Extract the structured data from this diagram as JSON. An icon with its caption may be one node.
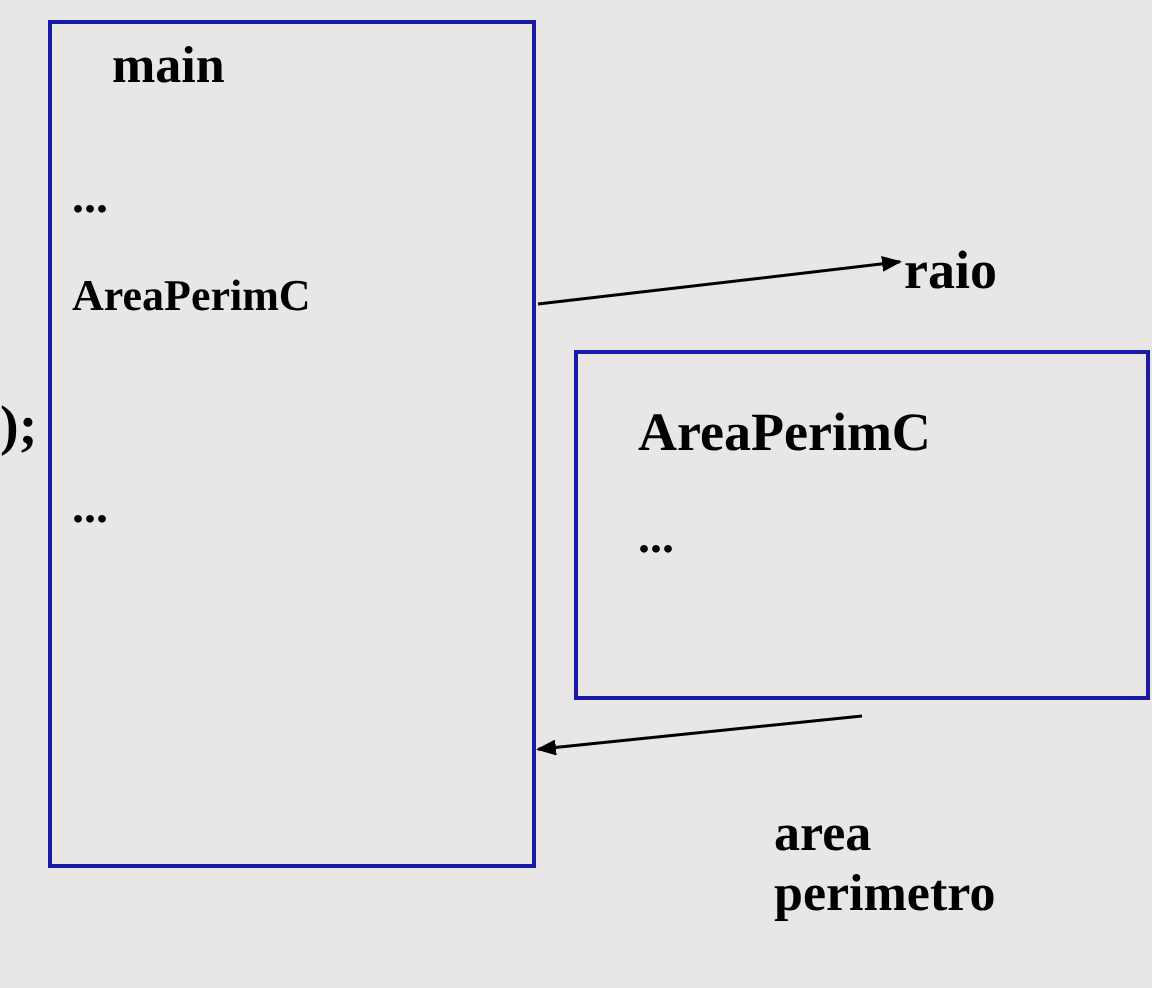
{
  "diagram": {
    "nodes": [
      {
        "text": [
          "main",
          "...",
          "AreaPerimC",
          "..."
        ]
      },
      {
        "text": [
          "raio"
        ]
      },
      {
        "text": [
          "AreaPerimC",
          "..."
        ]
      }
    ],
    "edges": [
      {
        "from": 0,
        "to": 1,
        "arrow": "to"
      },
      {
        "from": 2,
        "to": 0,
        "arrow": "to"
      }
    ],
    "labels": [
      ");",
      "area perimetro"
    ]
  }
}
